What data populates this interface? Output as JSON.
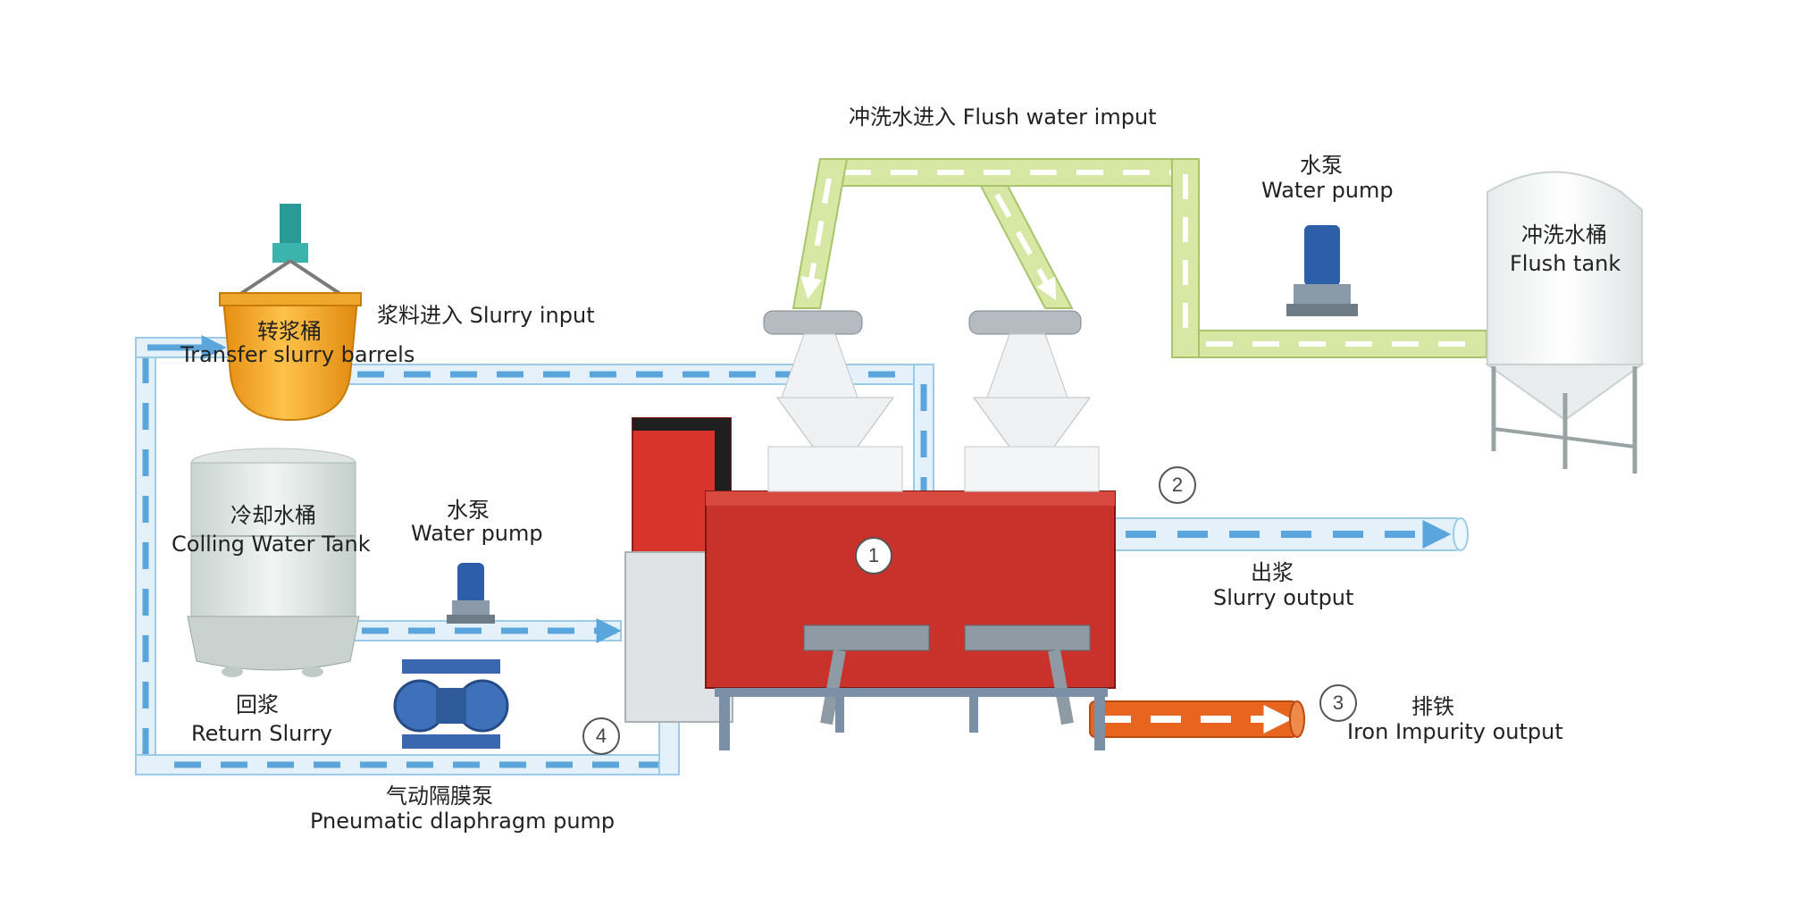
{
  "labels": {
    "flush_water_input": "冲洗水进入 Flush water imput",
    "water_pump_top_cn": "水泵",
    "water_pump_top_en": "Water pump",
    "flush_tank_cn": "冲洗水桶",
    "flush_tank_en": "Flush tank",
    "transfer_barrel_cn": "转浆桶",
    "transfer_barrel_en": "Transfer slurry barrels",
    "slurry_input": "浆料进入 Slurry input",
    "cooling_tank_cn": "冷却水桶",
    "cooling_tank_en": "Colling Water Tank",
    "water_pump_mid_cn": "水泵",
    "water_pump_mid_en": "Water pump",
    "slurry_output_cn": "出浆",
    "slurry_output_en": "Slurry output",
    "iron_output_cn": "排铁",
    "iron_output_en": "Iron Impurity output",
    "return_slurry_cn": "回浆",
    "return_slurry_en": "Return Slurry",
    "diaphragm_pump_cn": "气动隔膜泵",
    "diaphragm_pump_en": "Pneumatic dlaphragm pump"
  },
  "markers": [
    "1",
    "2",
    "3",
    "4"
  ],
  "colors": {
    "slurry_pipe": "#e4f1fa",
    "slurry_dash": "#5aa6dc",
    "flush_pipe": "#d6e8a4",
    "iron_pipe": "#e8651f",
    "machine_red": "#c8322b",
    "transfer_barrel": "#f5a623",
    "pump_blue": "#2c5fa8"
  }
}
